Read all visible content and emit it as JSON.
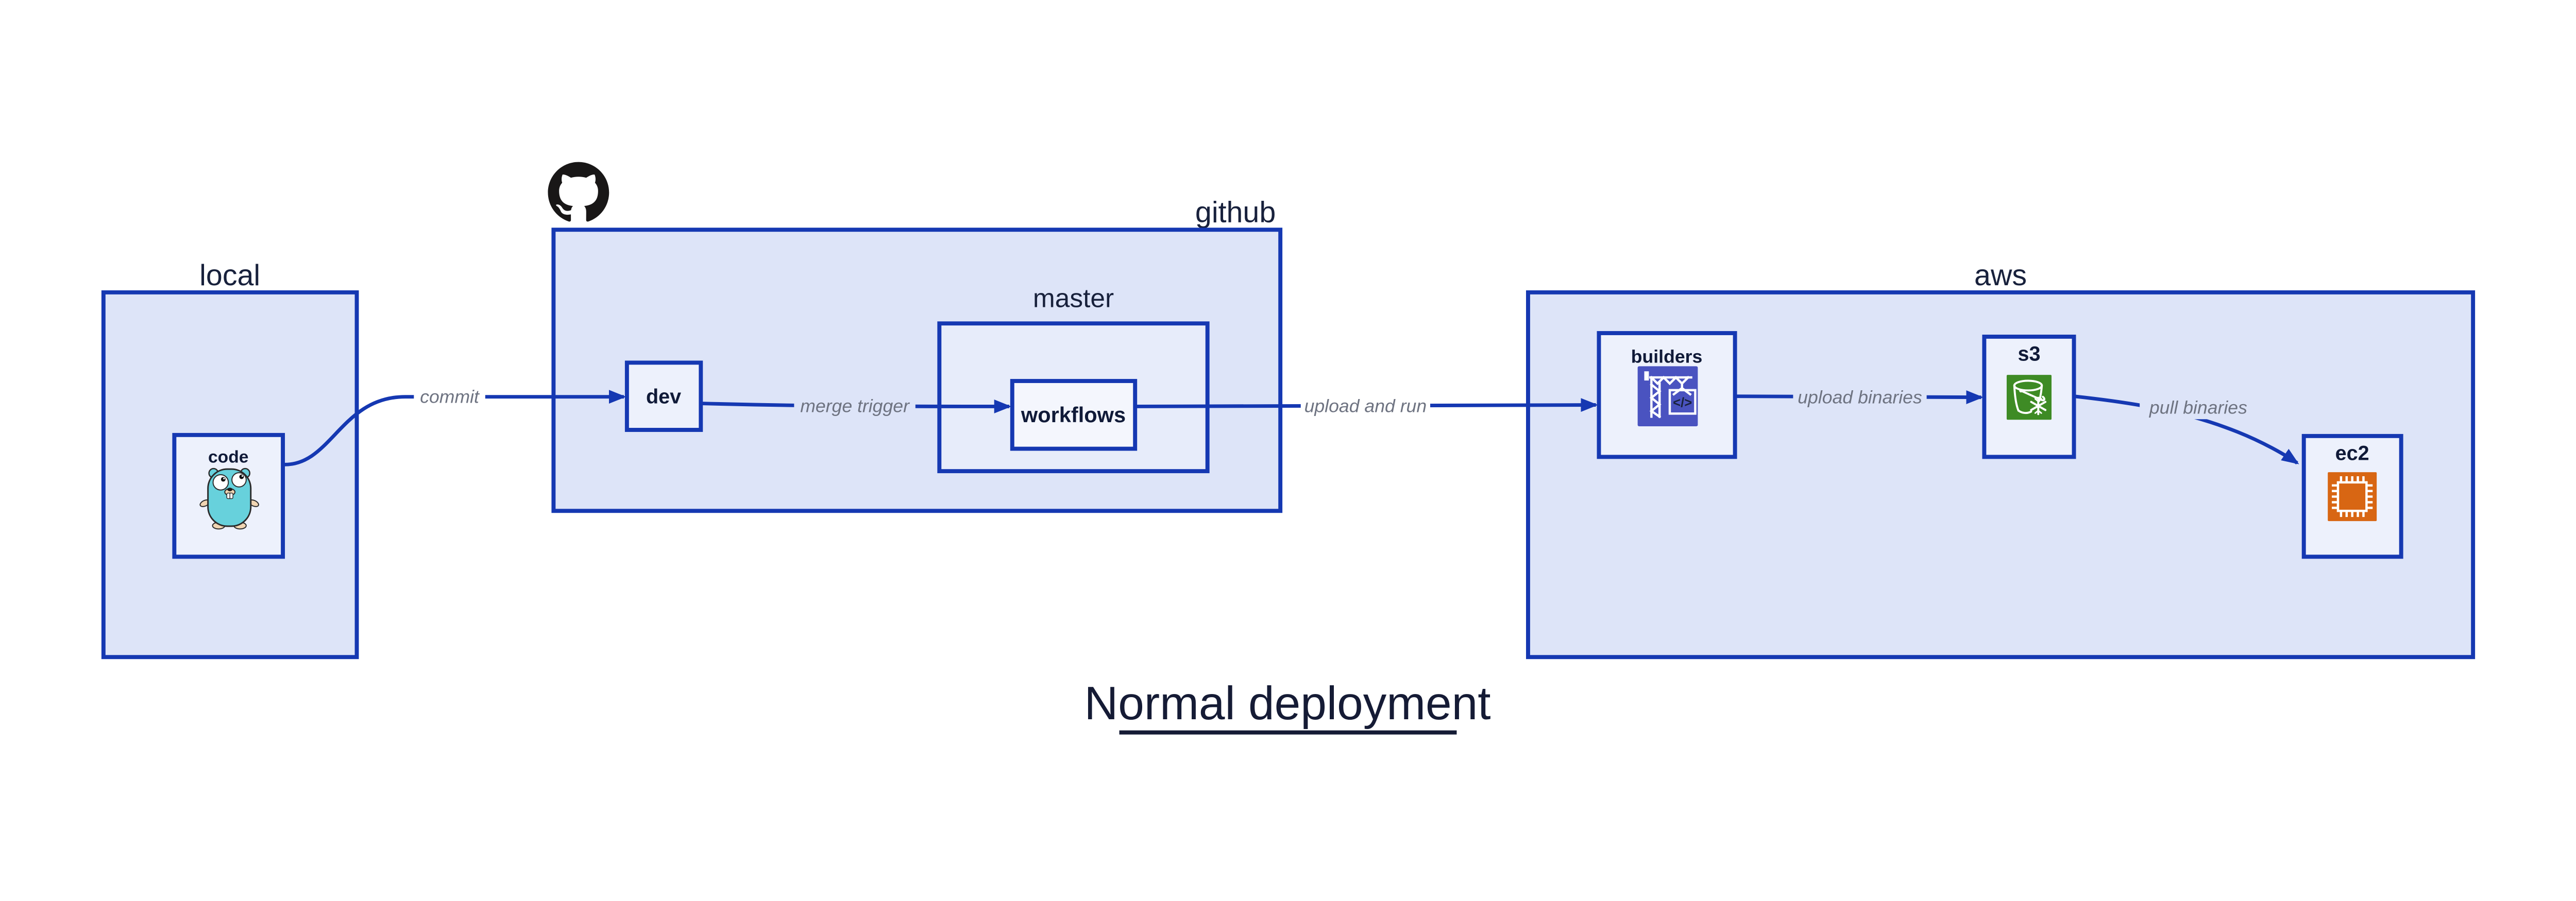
{
  "diagram": {
    "title": "Normal deployment",
    "groups": {
      "local": {
        "label": "local"
      },
      "github": {
        "label": "github"
      },
      "master": {
        "label": "master"
      },
      "aws": {
        "label": "aws"
      }
    },
    "nodes": {
      "code": {
        "label": "code",
        "icon": "go-gopher-icon"
      },
      "dev": {
        "label": "dev"
      },
      "workflows": {
        "label": "workflows"
      },
      "builders": {
        "label": "builders",
        "icon": "aws-codebuild-crane-icon",
        "icon_glyph": "</>"
      },
      "s3": {
        "label": "s3",
        "icon": "aws-s3-glacier-bucket-icon"
      },
      "ec2": {
        "label": "ec2",
        "icon": "aws-ec2-chip-icon"
      }
    },
    "edges": {
      "commit": {
        "label": "commit"
      },
      "merge_trigger": {
        "label": "merge trigger"
      },
      "upload_and_run": {
        "label": "upload and run"
      },
      "upload_binaries": {
        "label": "upload binaries"
      },
      "pull_binaries": {
        "label": "pull binaries"
      }
    },
    "icons": {
      "github_logo": "github-octocat-icon"
    },
    "colors": {
      "border_blue": "#1538b2",
      "container_fill": "#dde4f8",
      "node_fill": "#edf1fc",
      "master_fill": "#e7ecfa",
      "workflows_fill": "#f4f6fd",
      "text_navy": "#18213c",
      "edge_label_gray": "#6e7381",
      "codebuild_indigo": "#4a53c0",
      "s3_green": "#3e8b25",
      "ec2_orange": "#d86613",
      "github_black": "#191717",
      "gopher_teal": "#67d1dc"
    }
  }
}
